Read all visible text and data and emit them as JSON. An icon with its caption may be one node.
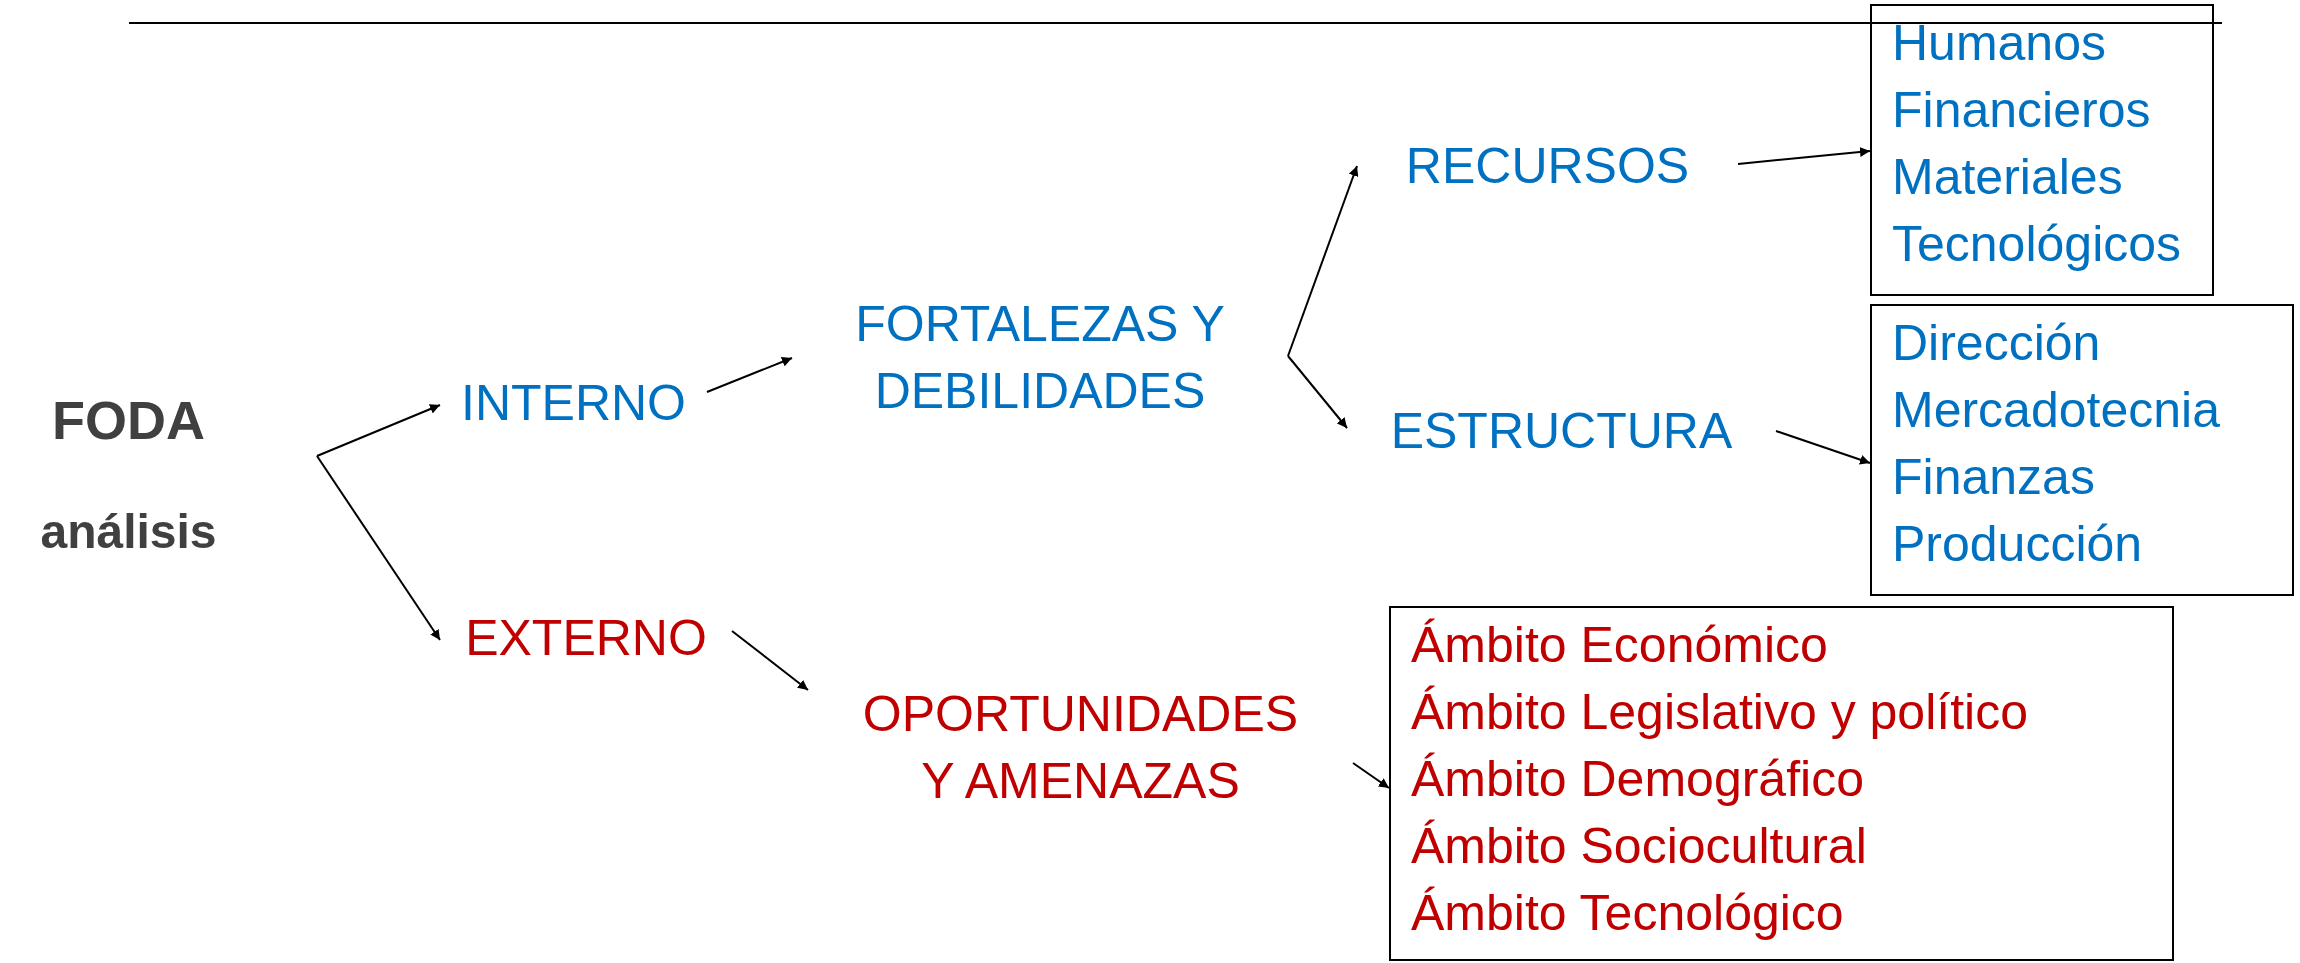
{
  "diagram": {
    "nodes": [
      {
        "text": [
          "FODA",
          "análisis"
        ]
      },
      {
        "text": [
          "INTERNO"
        ]
      },
      {
        "text": [
          "EXTERNO"
        ]
      },
      {
        "text": [
          "FORTALEZAS Y DEBILIDADES"
        ]
      },
      {
        "text": [
          "RECURSOS"
        ]
      },
      {
        "text": [
          "ESTRUCTURA"
        ]
      },
      {
        "text": [
          "Humanos",
          "Financieros",
          "Materiales",
          "Tecnológicos"
        ]
      },
      {
        "text": [
          "Dirección",
          "Mercadotecnia",
          "Finanzas",
          "Producción"
        ]
      },
      {
        "text": [
          "OPORTUNIDADES Y AMENAZAS"
        ]
      },
      {
        "text": [
          "Ámbito Económico",
          "Ámbito Legislativo y político",
          "Ámbito Demográfico",
          "Ámbito Sociocultural",
          "Ámbito Tecnológico"
        ]
      }
    ],
    "edges": [
      {
        "from": 0,
        "to": 1,
        "arrow": "to"
      },
      {
        "from": 0,
        "to": 2,
        "arrow": "to"
      },
      {
        "from": 1,
        "to": 3,
        "arrow": "to"
      },
      {
        "from": 3,
        "to": 4,
        "arrow": "to"
      },
      {
        "from": 3,
        "to": 5,
        "arrow": "to"
      },
      {
        "from": 4,
        "to": 6,
        "arrow": "to"
      },
      {
        "from": 5,
        "to": 7,
        "arrow": "to"
      },
      {
        "from": 2,
        "to": 8,
        "arrow": "to"
      },
      {
        "from": 8,
        "to": 9,
        "arrow": "to"
      }
    ]
  }
}
